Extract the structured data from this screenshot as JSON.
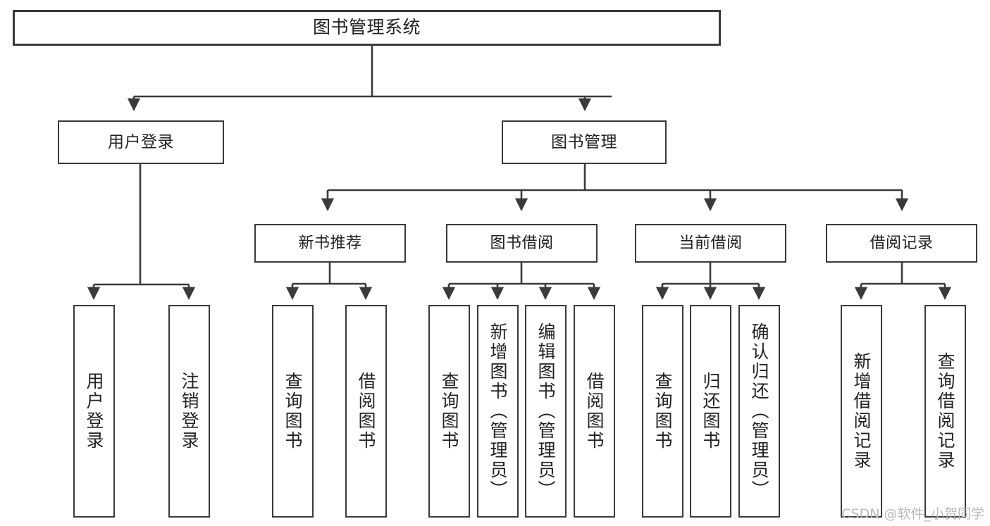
{
  "diagram": {
    "title": "图书管理系统",
    "type": "tree-hierarchy-chart",
    "colors": {
      "stroke": "#3a3a3a",
      "fill": "#ffffff",
      "text": "#222222",
      "watermark": "#b9b9b9"
    },
    "root": {
      "label": "图书管理系统"
    },
    "level2": [
      {
        "label": "用户登录"
      },
      {
        "label": "图书管理"
      }
    ],
    "level3": [
      {
        "label": "新书推荐"
      },
      {
        "label": "图书借阅"
      },
      {
        "label": "当前借阅"
      },
      {
        "label": "借阅记录"
      }
    ],
    "leaves": {
      "user_login": [
        {
          "label": "用户登录"
        },
        {
          "label": "注销登录"
        }
      ],
      "new_book_recommend": [
        {
          "label": "查询图书"
        },
        {
          "label": "借阅图书"
        }
      ],
      "book_borrow": [
        {
          "label": "查询图书"
        },
        {
          "label": "新增图书（管理员）"
        },
        {
          "label": "编辑图书（管理员）"
        },
        {
          "label": "借阅图书"
        }
      ],
      "current_borrow": [
        {
          "label": "查询图书"
        },
        {
          "label": "归还图书"
        },
        {
          "label": "确认归还（管理员）"
        }
      ],
      "borrow_record": [
        {
          "label": "新增借阅记录"
        },
        {
          "label": "查询借阅记录"
        }
      ]
    }
  },
  "watermark": {
    "text": "CSDN @软件_小贺同学"
  }
}
